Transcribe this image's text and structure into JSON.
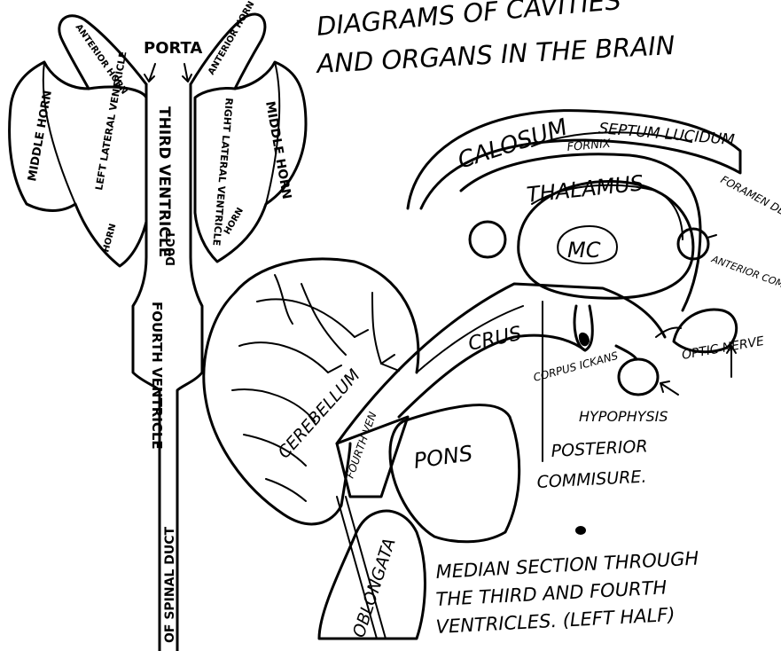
{
  "title": {
    "line1": "DIAGRAMS OF CAVITIES",
    "line2": "AND ORGANS IN THE BRAIN"
  },
  "ventricle_diagram": {
    "porta": "PORTA",
    "anterior_horn_left": "ANTERIOR HORN",
    "anterior_horn_right": "ANTERIOR HORN",
    "middle_horn_left": "MIDDLE HORN",
    "middle_horn_right": "MIDDLE HORN",
    "left_lateral_ventricle": "LEFT LATERAL VENTRICLE",
    "right_lateral_ventricle": "RIGHT LATERAL VENTRICLE",
    "third_ventricle": "THIRD VENTRICLE",
    "horn_left_lower": "HORN",
    "horn_right_lower": "HORN",
    "fourth_ventricle": "FOURTH VENTRICLE",
    "duct": "DUCT",
    "spinal_duct": "OF SPINAL DUCT"
  },
  "median_section": {
    "calosum": "CALOSUM",
    "septum_lucidum": "SEPTUM LUCIDUM",
    "fornix": "FORNIX",
    "thalamus": "THALAMUS",
    "foramen_de_monro": "FORAMEN DE MONRO",
    "mc": "MC",
    "anterior_commissure": "ANTERIOR COMMISSURE",
    "crus": "CRUS",
    "optic_nerve": "OPTIC NERVE",
    "corpus_ickans": "CORPUS ICKANS",
    "hypophysis": "HYPOPHYSIS",
    "cerebellum": "CEREBELLUM",
    "fourth_ven": "FOURTH VEN",
    "pons": "PONS",
    "posterior": "POSTERIOR",
    "commisure": "COMMISURE.",
    "oblongata": "OBLONGATA"
  },
  "caption": {
    "line1": "MEDIAN SECTION THROUGH",
    "line2": "THE THIRD AND FOURTH",
    "line3": "VENTRICLES. (LEFT HALF)"
  }
}
